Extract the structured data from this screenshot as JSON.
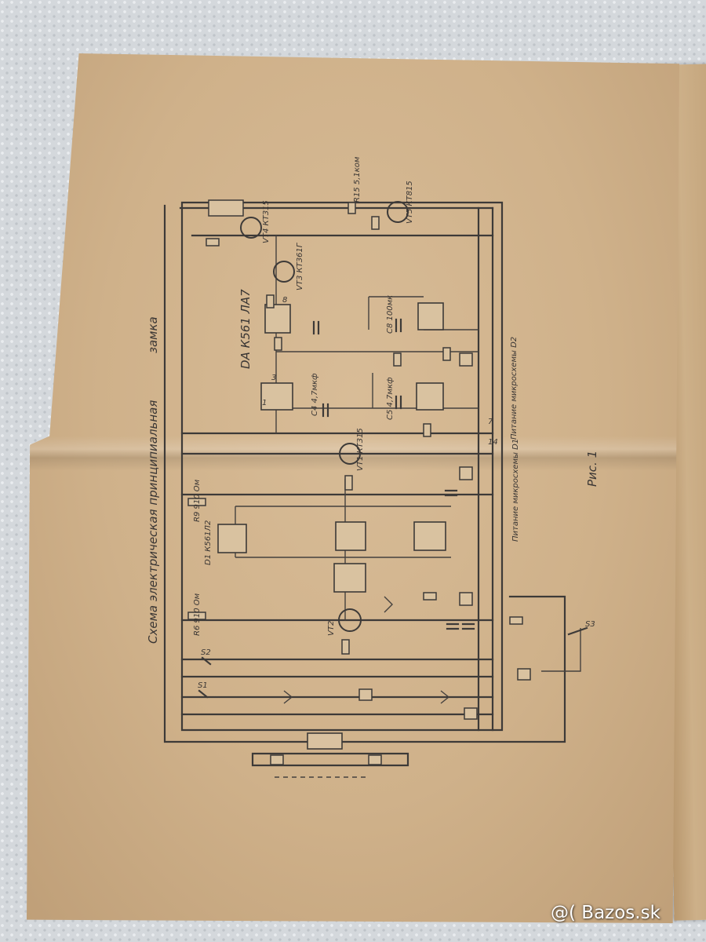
{
  "schematic": {
    "title_line1": "Схема электрическая принципиальная",
    "title_line2": "замка",
    "ic_da": "DA К561 ЛА7",
    "ic_dd": "D1 К561Л2",
    "fig": "Рис. 1",
    "power_d1": "Питание микросхемы D1",
    "power_d2": "Питание микросхемы D2",
    "vt1": "VT1 КТ315",
    "vt2": "VT2",
    "vt3": "VT3 КТ361Г",
    "vt4": "VT4 КТ315",
    "vt5": "VT5 КТ815",
    "r9": "R9 910 Ом",
    "r6": "R6 910 Ом",
    "c4": "C4 4,7мкф",
    "c5": "C5 4,7мкф",
    "c8": "C8 100мк",
    "r15": "R15 5,1ком",
    "s3": "S3",
    "s2": "S2",
    "s1": "S1",
    "label_7": "7",
    "label_14": "14",
    "label_8": "8",
    "label_3": "3",
    "label_1": "1"
  },
  "watermark": "@( Bazos.sk"
}
